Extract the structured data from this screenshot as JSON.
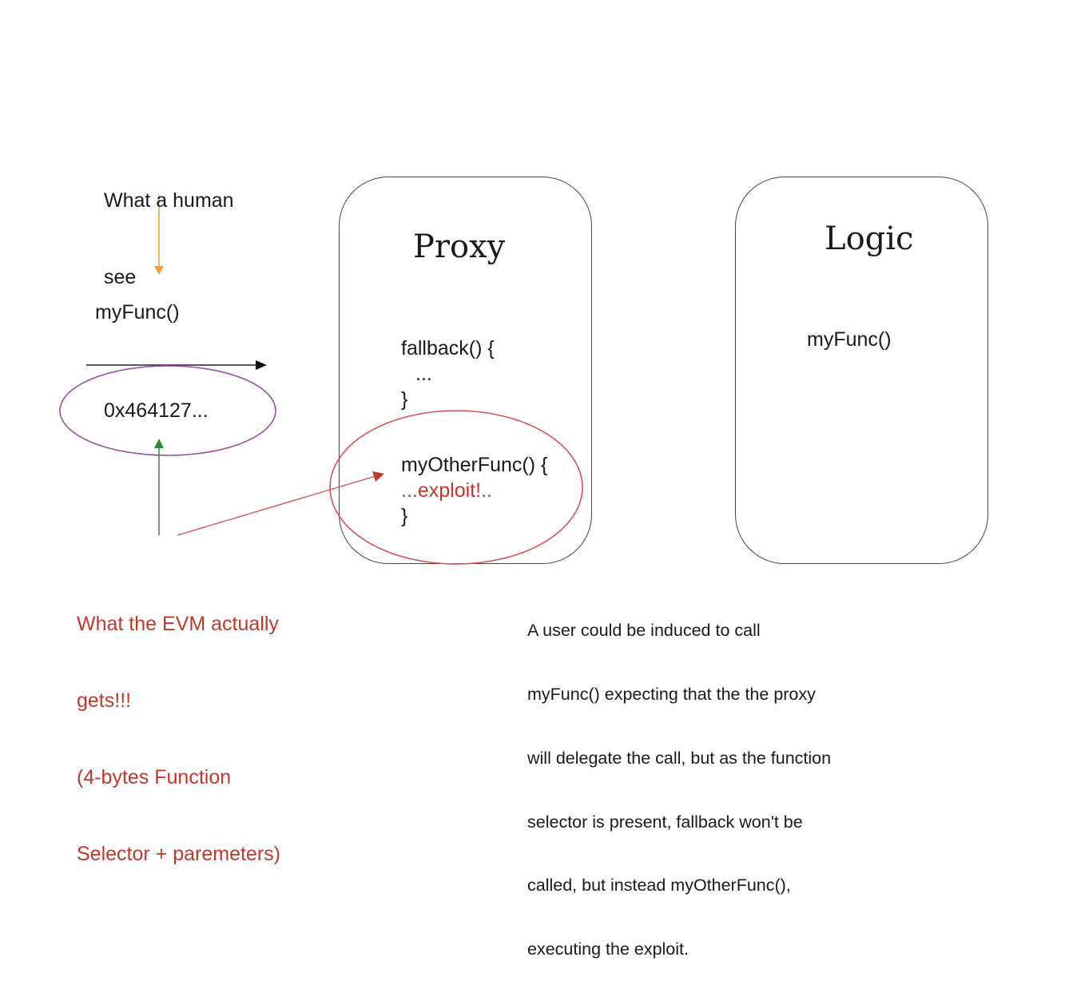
{
  "left": {
    "human_label_line1": "What a human",
    "human_label_line2": "see",
    "function_call": "myFunc()",
    "selector": "0x464127...",
    "evm_label_lines": [
      "What the EVM actually",
      "gets!!!",
      "(4-bytes Function",
      "Selector + paremeters)"
    ]
  },
  "proxy": {
    "title": "Proxy",
    "fallback_open": "fallback() {",
    "fallback_body": "...",
    "fallback_close": "}",
    "other_open": "myOtherFunc() {",
    "other_body": "...exploit!..",
    "other_close": "}"
  },
  "logic": {
    "title": "Logic",
    "function": "myFunc()"
  },
  "note_lines": [
    "A user could be induced to call",
    "myFunc() expecting that the the proxy",
    "will delegate the call, but as the function",
    "selector is present, fallback won't be",
    "called, but instead myOtherFunc(),",
    "executing the exploit."
  ],
  "colors": {
    "orange_arrow": "#f39c34",
    "green_arrow": "#2e8b3a",
    "red_accent": "#c0392b",
    "purple_ellipse": "#9b4fa8",
    "red_ellipse": "#d9534f"
  }
}
